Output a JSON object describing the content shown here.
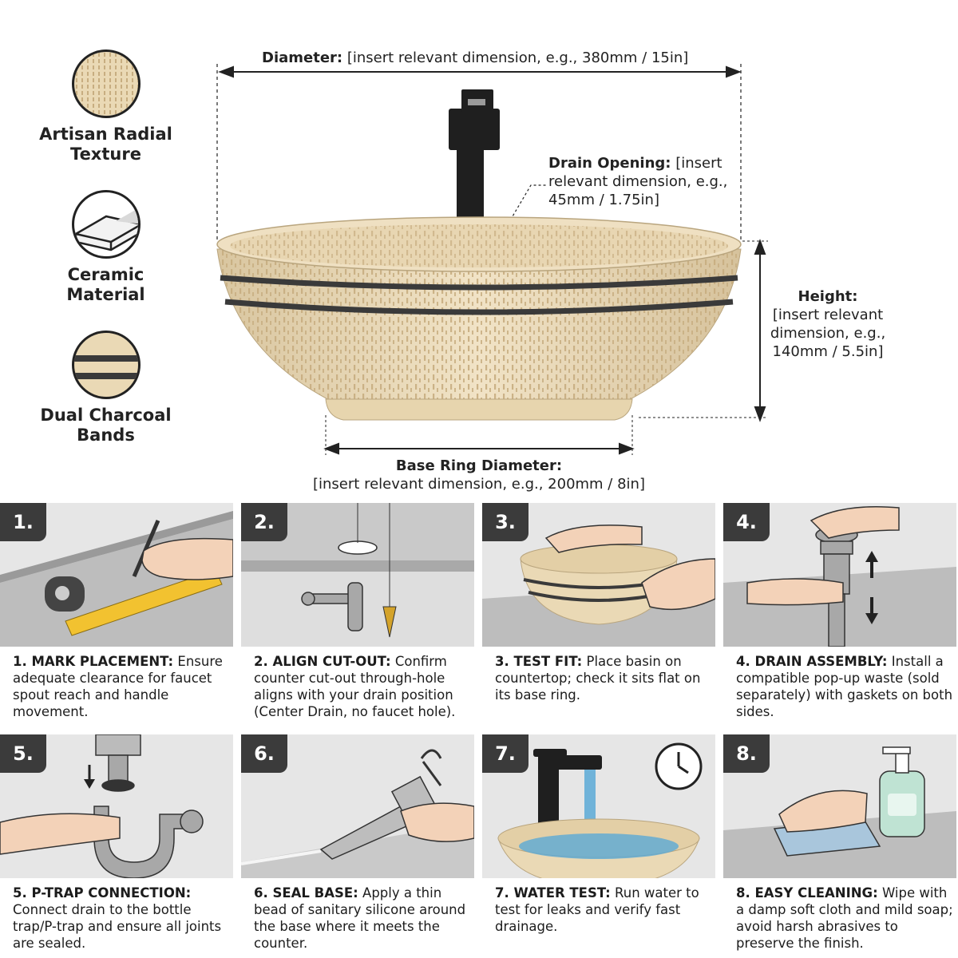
{
  "features": [
    {
      "label": "Artisan Radial Texture",
      "icon": "radial-texture-icon"
    },
    {
      "label": "Ceramic Material",
      "icon": "ceramic-material-icon"
    },
    {
      "label": "Dual Charcoal Bands",
      "icon": "charcoal-bands-icon"
    }
  ],
  "dimensions": {
    "diameter": {
      "label": "Diameter:",
      "text": "[insert relevant dimension, e.g., 380mm / 15in]"
    },
    "drain": {
      "label": "Drain Opening:",
      "line1": "[insert",
      "line2": "relevant dimension, e.g.,",
      "line3": "45mm / 1.75in]"
    },
    "height": {
      "label": "Height:",
      "line1": "[insert relevant",
      "line2": "dimension, e.g.,",
      "line3": "140mm / 5.5in]"
    },
    "base": {
      "label": "Base Ring Diameter:",
      "text": "[insert relevant dimension, e.g., 200mm / 8in]"
    }
  },
  "steps": [
    {
      "num": "1.",
      "title": "1. MARK PLACEMENT:",
      "text": "Ensure adequate clearance for faucet spout reach and handle movement."
    },
    {
      "num": "2.",
      "title": "2. ALIGN CUT-OUT:",
      "text": "Confirm counter cut-out through-hole aligns with your drain position (Center Drain, no faucet hole)."
    },
    {
      "num": "3.",
      "title": "3. TEST FIT:",
      "text": "Place basin on countertop; check it sits flat on its base ring."
    },
    {
      "num": "4.",
      "title": "4. DRAIN ASSEMBLY:",
      "text": "Install a compatible pop-up waste (sold separately) with gaskets on both sides."
    },
    {
      "num": "5.",
      "title": "5. P-TRAP CONNECTION:",
      "text": "Connect drain to the bottle trap/P-trap and ensure all joints are sealed."
    },
    {
      "num": "6.",
      "title": "6. SEAL BASE:",
      "text": "Apply a thin bead of sanitary silicone around the base where it meets the counter."
    },
    {
      "num": "7.",
      "title": "7. WATER TEST:",
      "text": "Run water to test for leaks and verify fast drainage."
    },
    {
      "num": "8.",
      "title": "8. EASY CLEANING:",
      "text": "Wipe with a damp soft cloth and mild soap; avoid harsh abrasives to preserve the finish."
    }
  ],
  "colors": {
    "ceramic": "#ead9b5",
    "texture": "#c7ad80",
    "band": "#3a3a3a",
    "faucet": "#1f1f1f",
    "tile_bg": "#e6e6e6",
    "badge": "#3b3b3b",
    "tape": "#f2c230",
    "water": "#5aa9d6"
  }
}
